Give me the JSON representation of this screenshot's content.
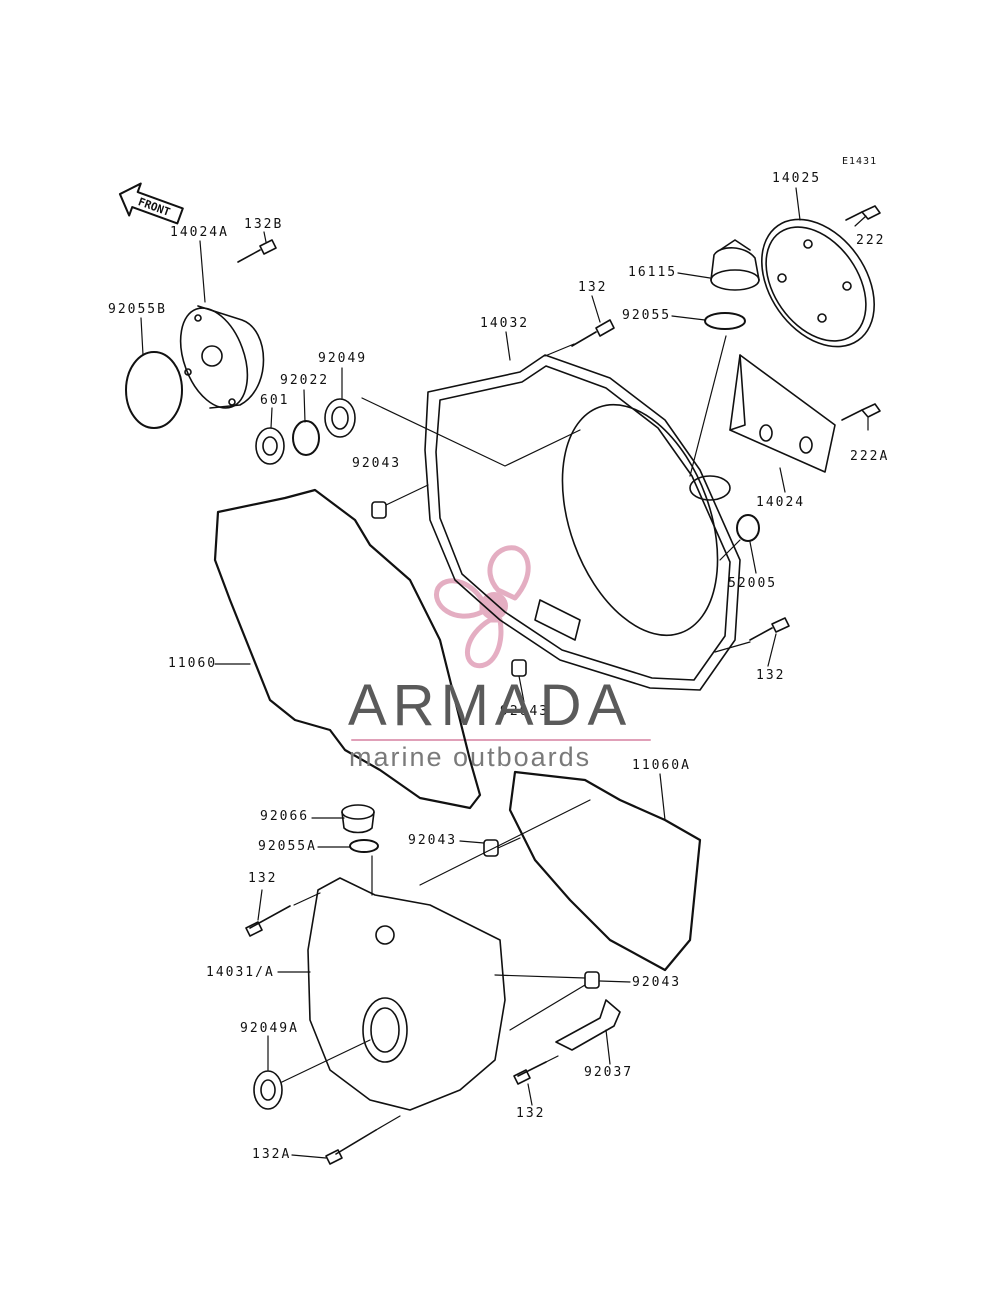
{
  "diagram": {
    "code": "E1431",
    "front_label": "FRONT",
    "watermark": {
      "brand": "ARMADA",
      "tagline": "marine outboards",
      "accent_color": "#e0a0b8"
    },
    "parts": {
      "p14025": "14025",
      "p222": "222",
      "p16115": "16115",
      "p132_top": "132",
      "p92055": "92055",
      "p132B": "132B",
      "p14024A": "14024A",
      "p92055B": "92055B",
      "p14032": "14032",
      "p92049": "92049",
      "p92022": "92022",
      "p601": "601",
      "p222A": "222A",
      "p14024": "14024",
      "p92043_a": "92043",
      "p52005": "52005",
      "p11060": "11060",
      "p132_right": "132",
      "p92043_b": "92043",
      "p11060A": "11060A",
      "p92066": "92066",
      "p92055A": "92055A",
      "p92043_c": "92043",
      "p132_left": "132",
      "p14031A": "14031/A",
      "p92043_d": "92043",
      "p92049A": "92049A",
      "p92037": "92037",
      "p132_bottom": "132",
      "p132A": "132A"
    }
  }
}
